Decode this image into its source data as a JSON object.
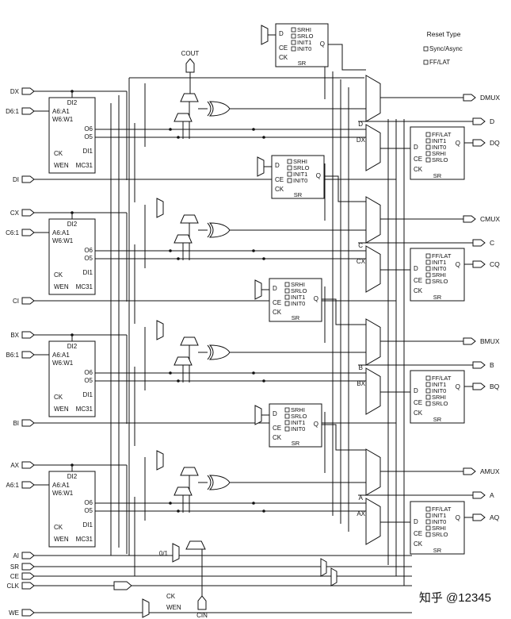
{
  "legend": {
    "title": "Reset Type",
    "items": [
      "Sync/Async",
      "FF/LAT"
    ]
  },
  "carry": {
    "out": "COUT",
    "in": "CIN",
    "const": "0/1"
  },
  "lut_pins": {
    "di2": "DI2",
    "a_in": "W6:W1",
    "o6": "O6",
    "o5": "O5",
    "di1": "DI1",
    "ck": "CK",
    "wen": "WEN",
    "mc31": "MC31"
  },
  "ff_pins": {
    "d": "D",
    "ce": "CE",
    "ck": "CK",
    "sr": "SR",
    "q": "Q"
  },
  "srhi_pins": [
    "SRHI",
    "SRLO",
    "INIT1",
    "INIT0"
  ],
  "ff_lat_pins": [
    "FF/LAT",
    "INIT1",
    "INIT0",
    "SRHI",
    "SRLO"
  ],
  "control_inputs": [
    "AI",
    "SR",
    "CE",
    "CLK",
    "WE"
  ],
  "we_block": {
    "ck": "CK",
    "wen": "WEN"
  },
  "slices": [
    {
      "x": "DX",
      "addr": "D6:1",
      "addr_pin": "A6:A1",
      "i": "DI",
      "mux": "DMUX",
      "o": "D",
      "q": "DQ",
      "xsel": "DX"
    },
    {
      "x": "CX",
      "addr": "C6:1",
      "addr_pin": "A6:A1",
      "i": "CI",
      "mux": "CMUX",
      "o": "C",
      "q": "CQ",
      "xsel": "CX"
    },
    {
      "x": "BX",
      "addr": "B6:1",
      "addr_pin": "A6:A1",
      "i": "BI",
      "mux": "BMUX",
      "o": "B",
      "q": "BQ",
      "xsel": "BX"
    },
    {
      "x": "AX",
      "addr": "A6:1",
      "addr_pin": "A6:A1",
      "i": "",
      "mux": "AMUX",
      "o": "A",
      "q": "AQ",
      "xsel": "AX"
    }
  ],
  "watermark": "知乎 @12345"
}
